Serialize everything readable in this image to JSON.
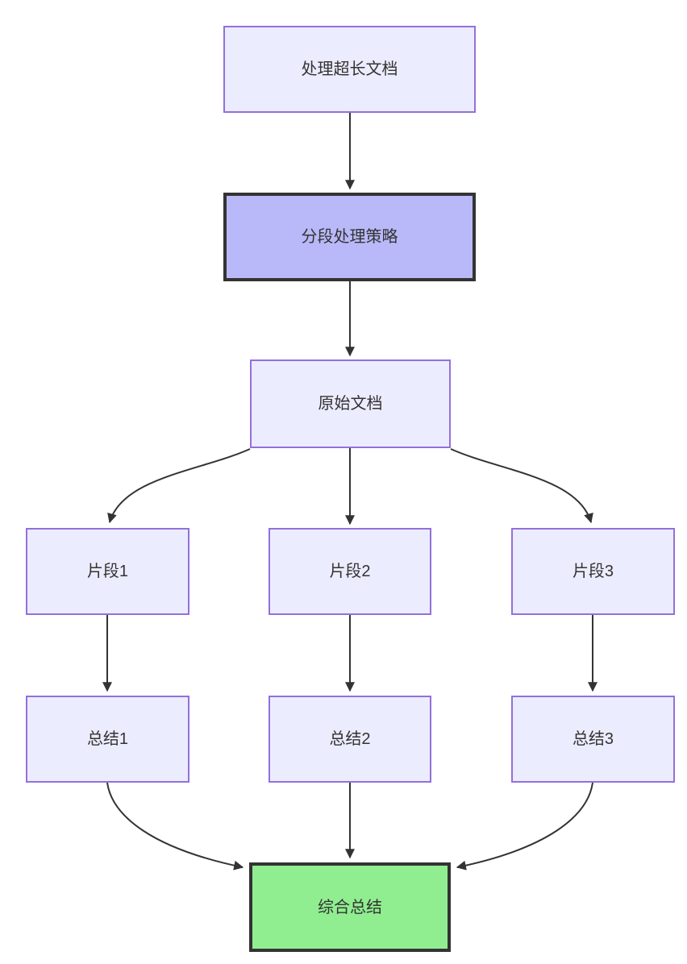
{
  "diagram": {
    "type": "flowchart",
    "direction": "top-down",
    "nodes": [
      {
        "id": "task",
        "label": "处理超长文档",
        "style": "default"
      },
      {
        "id": "strategy",
        "label": "分段处理策略",
        "style": "emphasis"
      },
      {
        "id": "source",
        "label": "原始文档",
        "style": "default"
      },
      {
        "id": "frag1",
        "label": "片段1",
        "style": "default"
      },
      {
        "id": "frag2",
        "label": "片段2",
        "style": "default"
      },
      {
        "id": "frag3",
        "label": "片段3",
        "style": "default"
      },
      {
        "id": "sum1",
        "label": "总结1",
        "style": "default"
      },
      {
        "id": "sum2",
        "label": "总结2",
        "style": "default"
      },
      {
        "id": "sum3",
        "label": "总结3",
        "style": "default"
      },
      {
        "id": "final",
        "label": "综合总结",
        "style": "success"
      }
    ],
    "edges": [
      {
        "from": "task",
        "to": "strategy"
      },
      {
        "from": "strategy",
        "to": "source"
      },
      {
        "from": "source",
        "to": "frag1"
      },
      {
        "from": "source",
        "to": "frag2"
      },
      {
        "from": "source",
        "to": "frag3"
      },
      {
        "from": "frag1",
        "to": "sum1"
      },
      {
        "from": "frag2",
        "to": "sum2"
      },
      {
        "from": "frag3",
        "to": "sum3"
      },
      {
        "from": "sum1",
        "to": "final"
      },
      {
        "from": "sum2",
        "to": "final"
      },
      {
        "from": "sum3",
        "to": "final"
      }
    ],
    "colors": {
      "canvas": "#FFFFFF",
      "node-fill": "#ECECFF",
      "node-border": "#9370DB",
      "emphasis-fill": "#B9B9F9",
      "emphasis-border": "#333333",
      "success-fill": "#90EE90",
      "success-border": "#333333",
      "edge": "#333333",
      "text": "#333333"
    }
  }
}
